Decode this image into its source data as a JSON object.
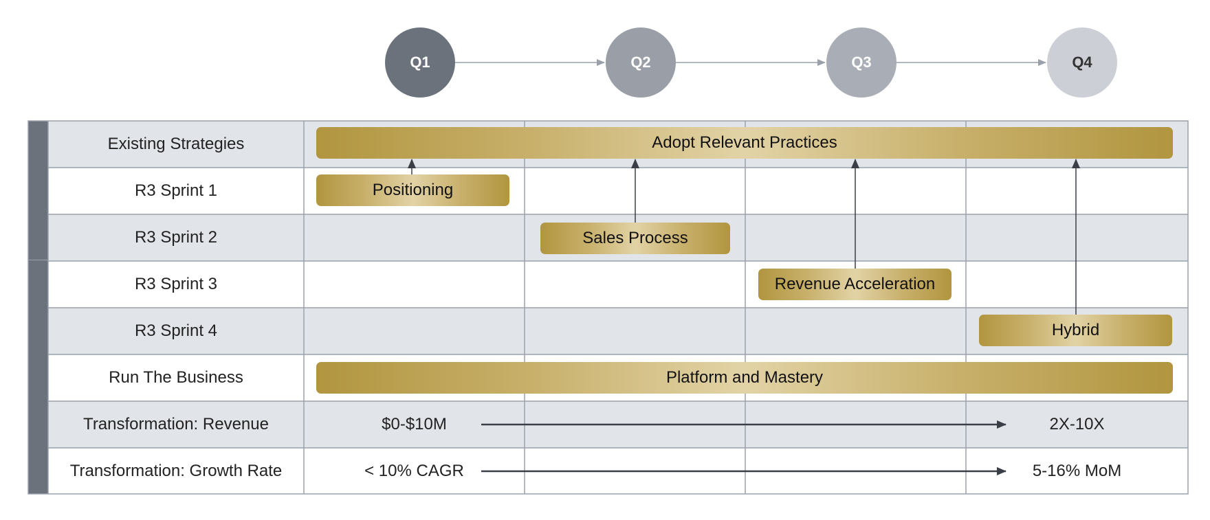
{
  "quarters": [
    {
      "label": "Q1",
      "color": "#6c727c",
      "text_color": "#ffffff"
    },
    {
      "label": "Q2",
      "color": "#999ea7",
      "text_color": "#ffffff"
    },
    {
      "label": "Q3",
      "color": "#a9adb5",
      "text_color": "#ffffff"
    },
    {
      "label": "Q4",
      "color": "#ccd0d6",
      "text_color": "#333333"
    }
  ],
  "rows": [
    {
      "label": "Existing Strategies"
    },
    {
      "label": "R3 Sprint 1"
    },
    {
      "label": "R3 Sprint 2"
    },
    {
      "label": "R3 Sprint 3"
    },
    {
      "label": "R3 Sprint 4"
    },
    {
      "label": "Run The Business"
    },
    {
      "label": "Transformation: Revenue",
      "start": "$0-$10M",
      "end": "2X-10X"
    },
    {
      "label": "Transformation: Growth Rate",
      "start": "< 10% CAGR",
      "end": "5-16% MoM"
    }
  ],
  "bars": {
    "adopt": "Adopt Relevant Practices",
    "positioning": "Positioning",
    "sales": "Sales Process",
    "revenue_acceleration": "Revenue Acceleration",
    "hybrid": "Hybrid",
    "platform": "Platform and Mastery"
  },
  "colors": {
    "gold": "#b1953f",
    "gold_light": "#e2d3a6",
    "grid": "#9aa1ab",
    "row_alt": "#e1e4e8",
    "sidebar": "#6c727c",
    "arrow": "#3a3f47"
  }
}
